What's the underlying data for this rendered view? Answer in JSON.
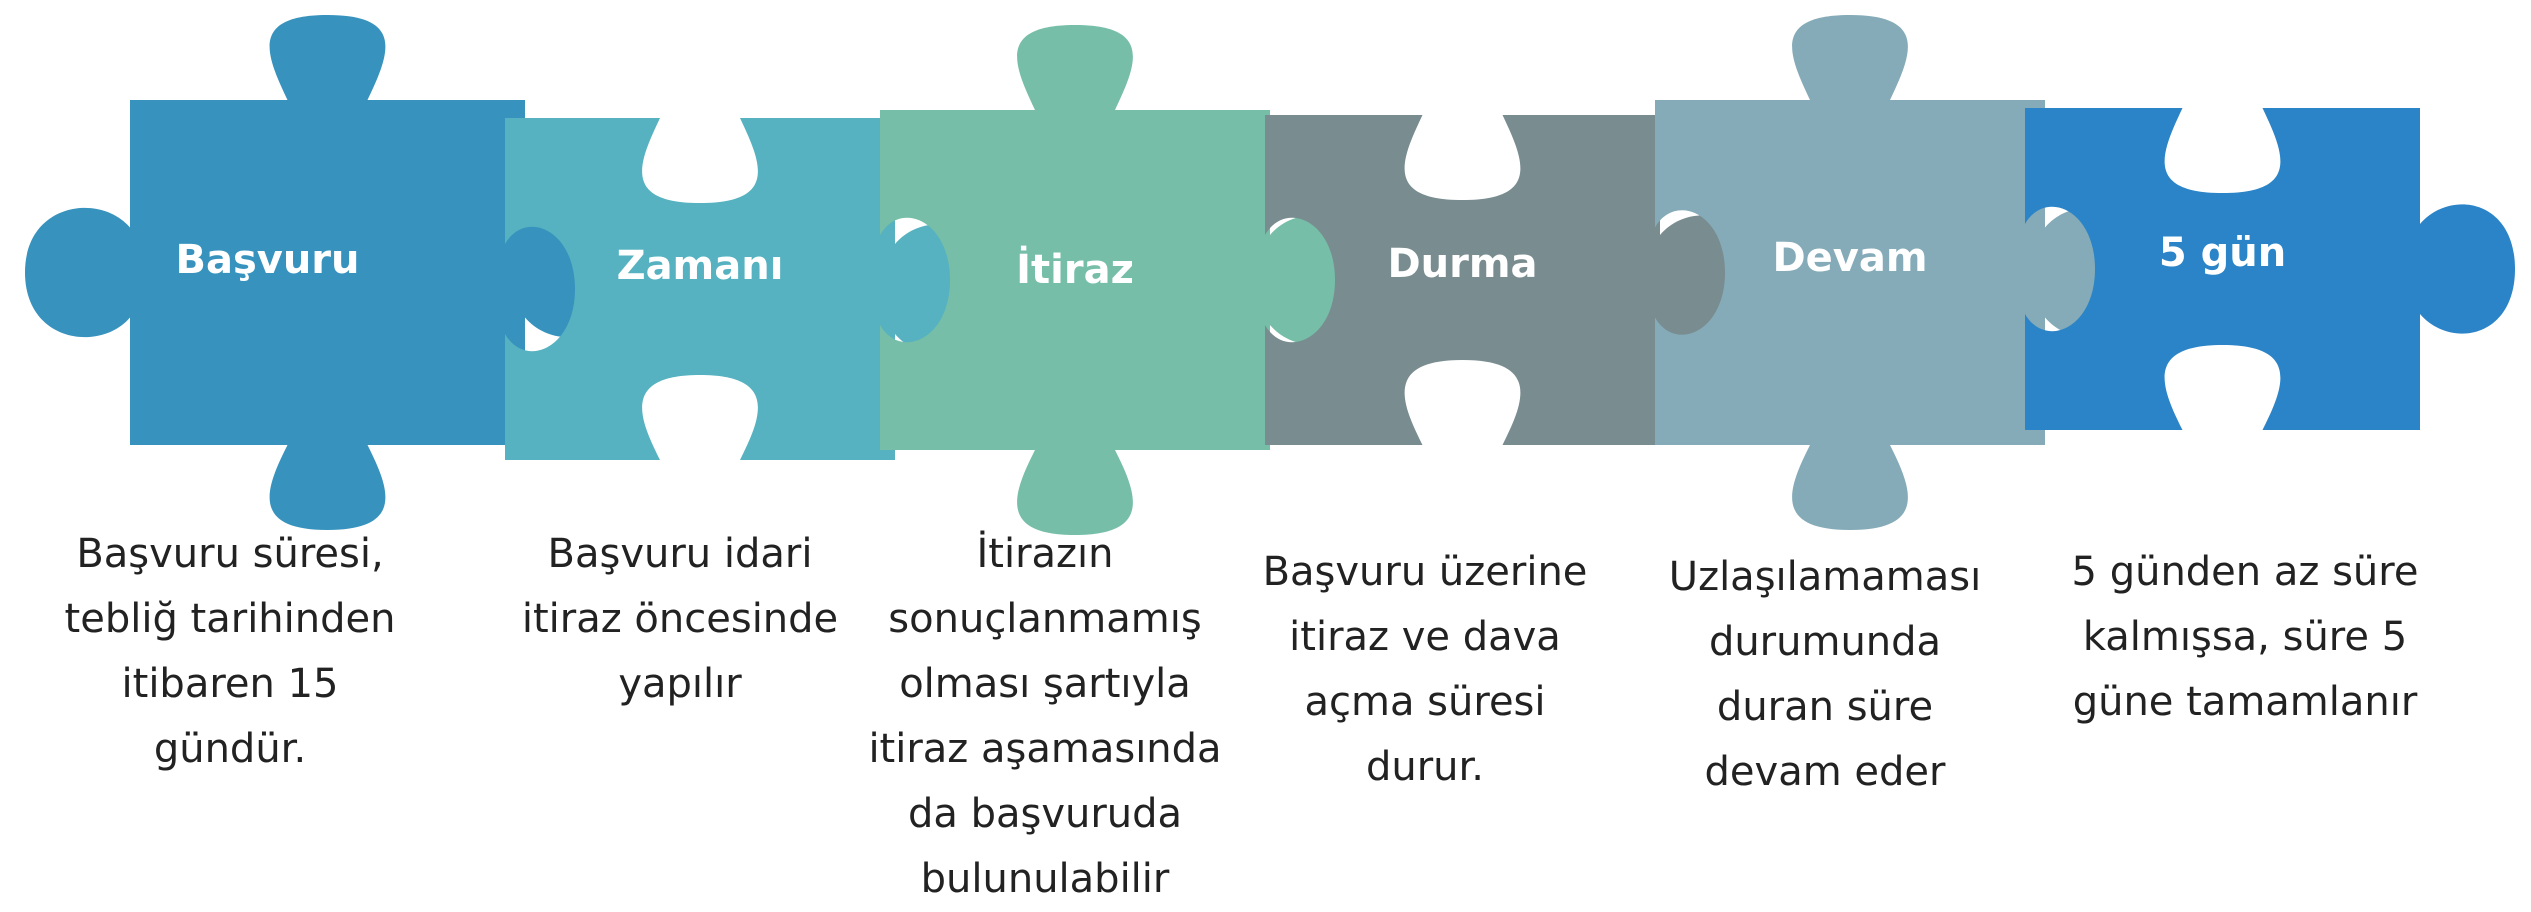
{
  "pieces": [
    {
      "title": "Başvuru",
      "color": "#3793BE",
      "caption": "Başvuru süresi,\ntebliğ tarihinden\nitibaren 15\ngündür."
    },
    {
      "title": "Zamanı",
      "color": "#56B2C0",
      "caption": "Başvuru idari\nitiraz öncesinde\nyapılır"
    },
    {
      "title": "İtiraz",
      "color": "#76BEA8",
      "caption": "İtirazın\nsonuçlanmamış\nolması şartıyla\nitiraz aşamasında\nda başvuruda\nbulunulabilir"
    },
    {
      "title": "Durma",
      "color": "#798C8F",
      "caption": "Başvuru üzerine\nitiraz ve dava\naçma süresi\ndurur."
    },
    {
      "title": "Devam",
      "color": "#85ABB8",
      "caption": "Uzlaşılamaması\ndurumunda\nduran süre\ndevam eder"
    },
    {
      "title": "5 gün",
      "color": "#2A84C7",
      "caption": "5 günden az süre\nkalmışsa, süre 5\ngüne tamamlanır"
    }
  ]
}
